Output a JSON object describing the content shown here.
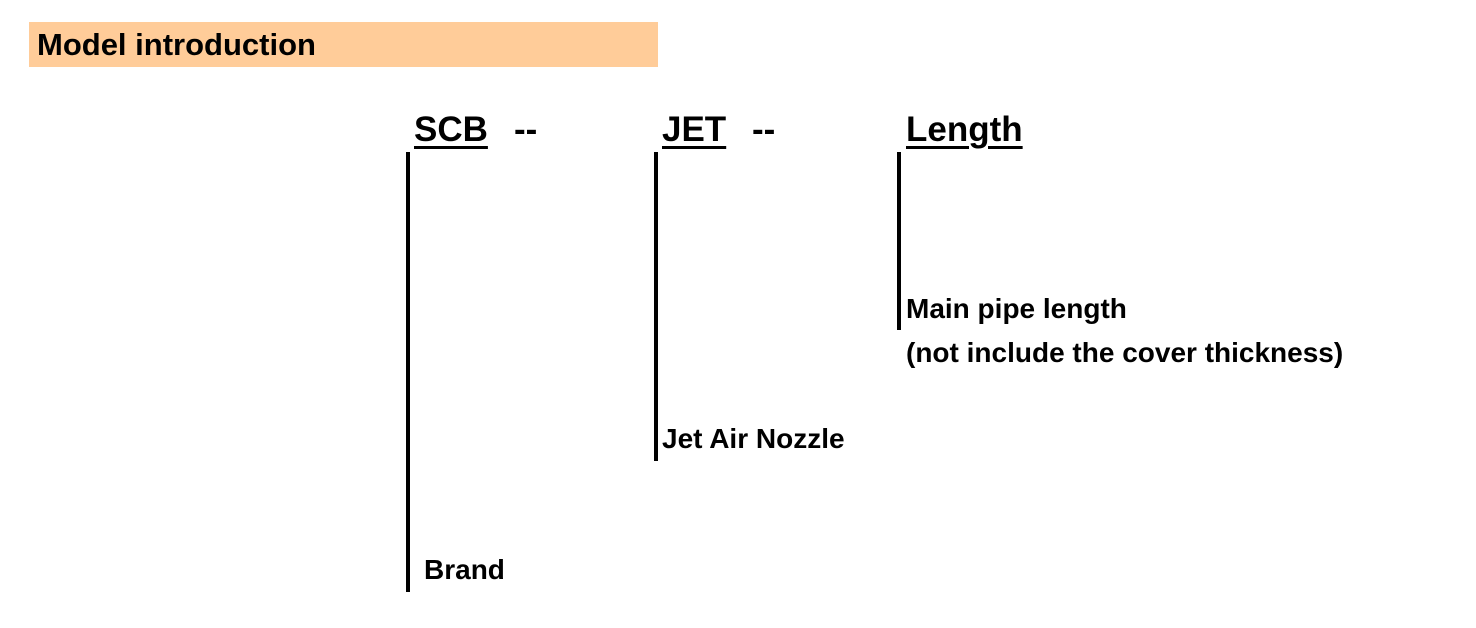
{
  "title": "Model introduction",
  "colors": {
    "title_background": "#ffcc99",
    "text": "#000000",
    "lines": "#000000"
  },
  "model_code": {
    "parts": [
      {
        "code": "SCB",
        "separator": "--",
        "meaning": "Brand"
      },
      {
        "code": "JET",
        "separator": "--",
        "meaning": "Jet Air Nozzle"
      },
      {
        "code": "Length",
        "meaning": "Main pipe length",
        "note": "(not include the cover thickness)"
      }
    ]
  }
}
